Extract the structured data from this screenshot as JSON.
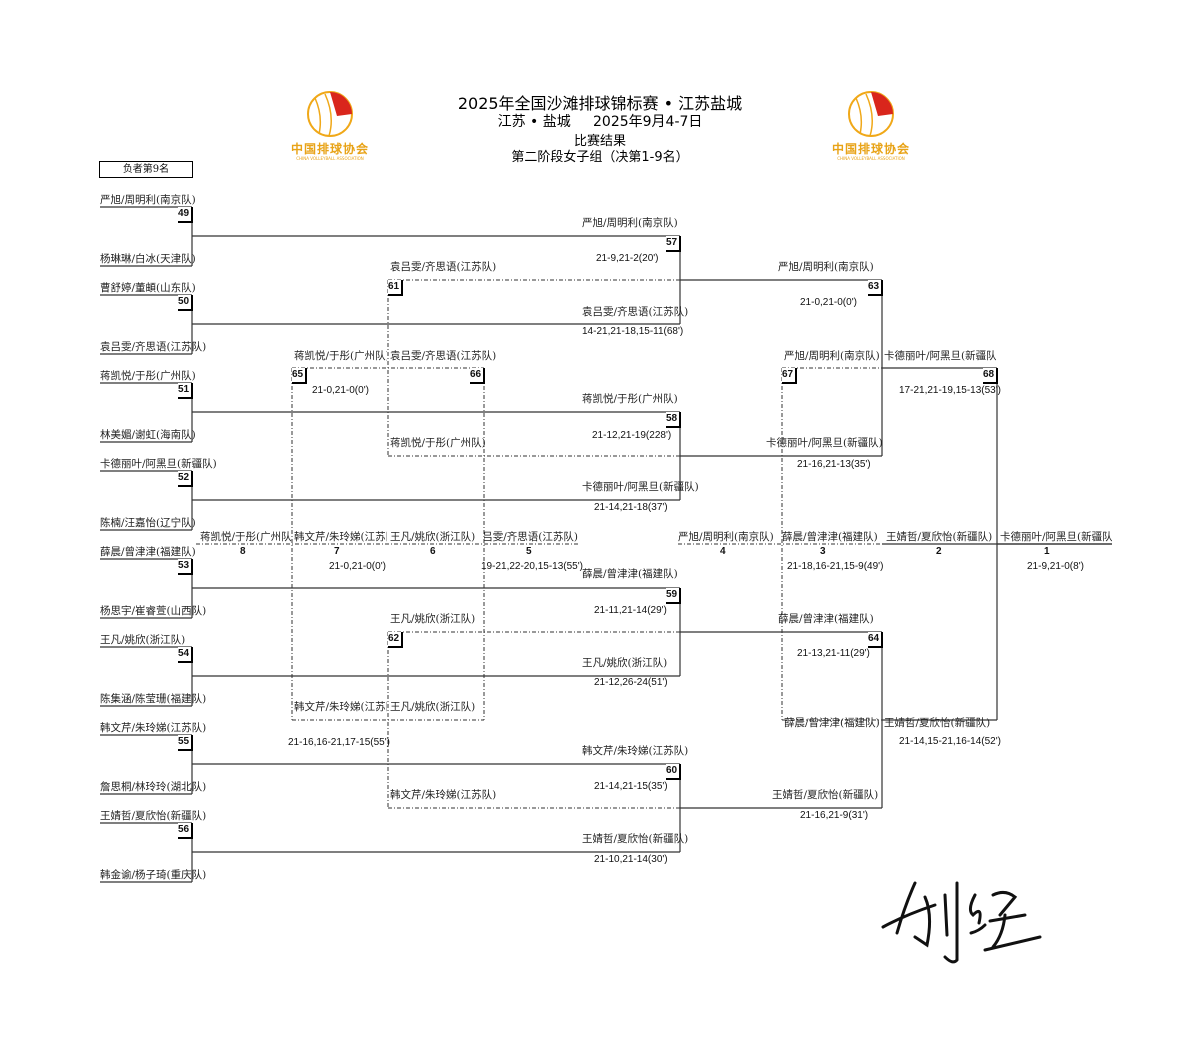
{
  "header": {
    "title": "2025年全国沙滩排球锦标赛 • 江苏盐城",
    "place_date": "江苏 • 盐城     2025年9月4-7日",
    "results_label": "比赛结果",
    "group": "第二阶段女子组（决第1-9名）",
    "logo_text": "中国排球协会",
    "logo_en": "CHINA VOLLEYBALL ASSOCIATION",
    "logo_colors": {
      "red": "#d9261c",
      "gold": "#f0a818"
    }
  },
  "ninth_place_label": "负者第9名",
  "entries": [
    "严旭/周明利(南京队)",
    "杨琳琳/白冰(天津队)",
    "曹舒婷/董頔(山东队)",
    "袁吕雯/齐思语(江苏队)",
    "蒋凯悦/于彤(广州队)",
    "林美媚/谢虹(海南队)",
    "卡德丽叶/阿黑旦(新疆队)",
    "陈楠/汪嘉怡(辽宁队)",
    "薛晨/曾津津(福建队)",
    "杨思宇/崔睿萱(山西队)",
    "王凡/姚欣(浙江队)",
    "陈集涵/陈莹珊(福建队)",
    "韩文芹/朱玲娣(江苏队)",
    "詹思桐/林玲玲(湖北队)",
    "王婧哲/夏欣怡(新疆队)",
    "韩金谕/杨子琦(重庆队)"
  ],
  "match_numbers": [
    "49",
    "50",
    "51",
    "52",
    "53",
    "54",
    "55",
    "56",
    "57",
    "58",
    "59",
    "60",
    "61",
    "62",
    "63",
    "64",
    "65",
    "66",
    "67",
    "68"
  ],
  "labels": [
    "严旭/周明利(南京队)",
    "袁吕雯/齐思语(江苏队)",
    "蒋凯悦/于彤(广州队)",
    "卡德丽叶/阿黑旦(新疆队)",
    "薛晨/曾津津(福建队)",
    "王凡/姚欣(浙江队)",
    "韩文芹/朱玲娣(江苏队)",
    "王婧哲/夏欣怡(新疆队)",
    "严旭/周明利(南京队)",
    "卡德丽叶/阿黑旦(新疆队)",
    "薛晨/曾津津(福建队)",
    "王婧哲/夏欣怡(新疆队)",
    "袁吕雯/齐思语(江苏队)",
    "蒋凯悦/于彤(广州队)",
    "王凡/姚欣(浙江队)",
    "韩文芹/朱玲娣(江苏队)",
    "蒋凯悦/于彤(广州队)",
    "袁吕雯/齐思语(江苏队)",
    "韩文芹/朱玲娣(江苏队)",
    "王凡/姚欣(浙江队)",
    "严旭/周明利(南京队)",
    "薛晨/曾津津(福建队)",
    "卡德丽叶/阿黑旦(新疆队)",
    "王婧哲/夏欣怡(新疆队)"
  ],
  "placings": [
    {
      "rank": "8",
      "team": "蒋凯悦/于彤(广州队)"
    },
    {
      "rank": "7",
      "team": "韩文芹/朱玲娣(江苏队)"
    },
    {
      "rank": "6",
      "team": "王凡/姚欣(浙江队)"
    },
    {
      "rank": "5",
      "team": "袁吕雯/齐思语(江苏队)"
    },
    {
      "rank": "4",
      "team": "严旭/周明利(南京队)"
    },
    {
      "rank": "3",
      "team": "薛晨/曾津津(福建队)"
    },
    {
      "rank": "2",
      "team": "王婧哲/夏欣怡(新疆队)"
    },
    {
      "rank": "1",
      "team": "卡德丽叶/阿黑旦(新疆队)"
    }
  ],
  "scores": [
    "21-9,21-2(20')",
    "14-21,21-18,15-11(68')",
    "21-0,21-0(0')",
    "21-0,21-0(0')",
    "17-21,21-19,15-13(53')",
    "21-12,21-19(228')",
    "21-16,21-13(35')",
    "21-14,21-18(37')",
    "21-0,21-0(0')",
    "19-21,22-20,15-13(55')",
    "21-18,16-21,15-9(49')",
    "21-9,21-0(8')",
    "21-11,21-14(29')",
    "21-13,21-11(29')",
    "21-12,26-24(51')",
    "21-16,16-21,17-15(55')",
    "21-14,15-21,16-14(52')",
    "21-14,21-15(35')",
    "21-16,21-9(31')",
    "21-10,21-14(30')"
  ]
}
